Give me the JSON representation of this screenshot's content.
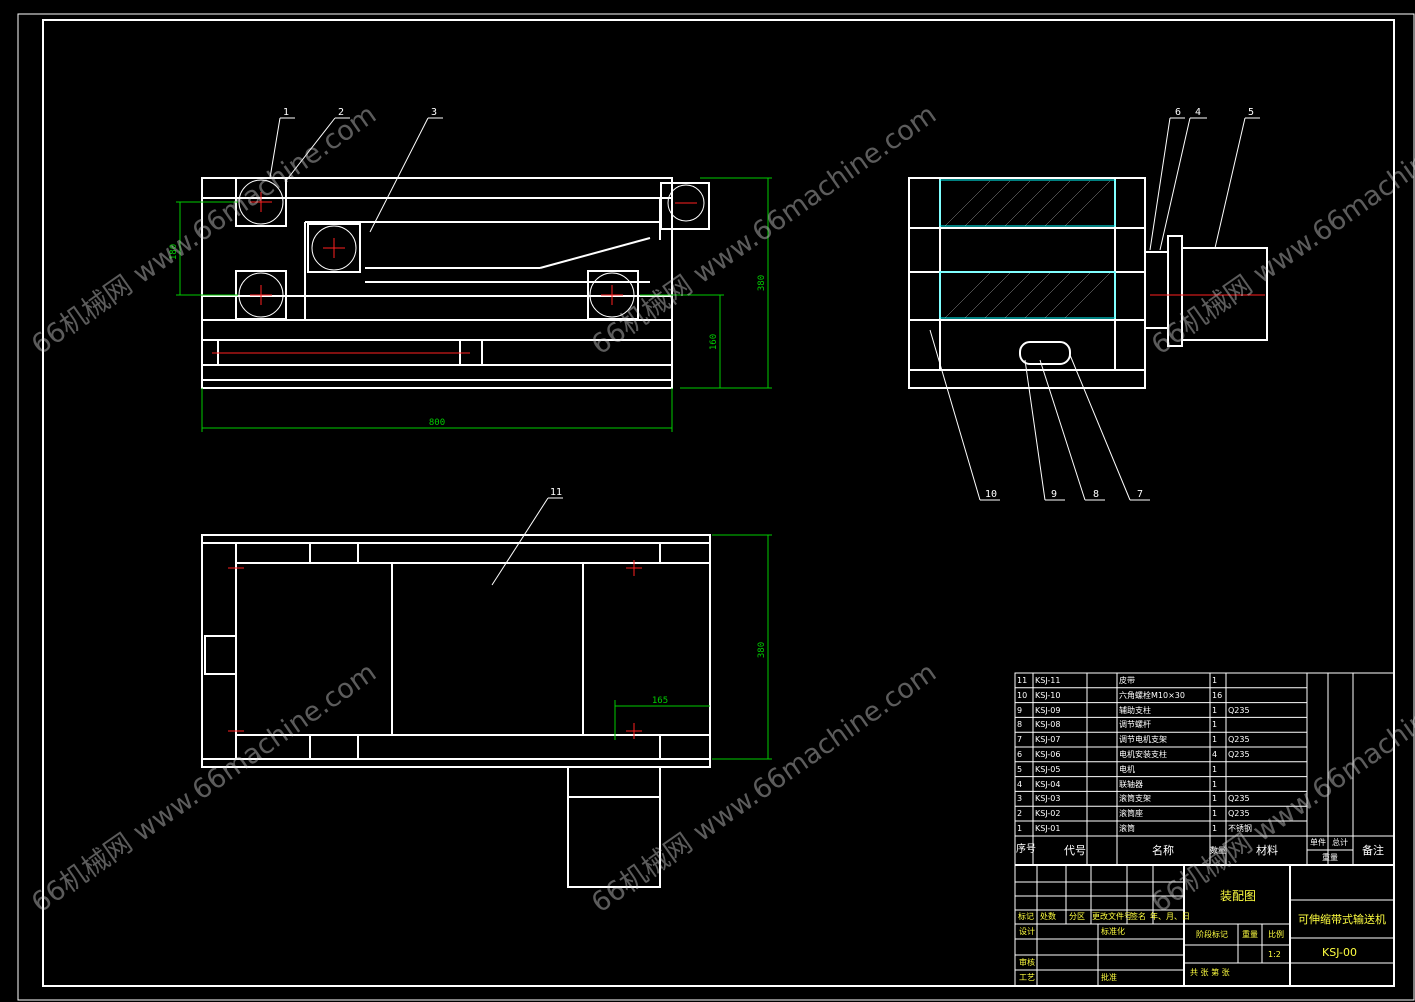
{
  "drawing": {
    "leaders": [
      "1",
      "2",
      "3",
      "6",
      "4",
      "5",
      "10",
      "9",
      "8",
      "7",
      "11"
    ],
    "dimensions": {
      "front_height_small": "180",
      "front_height_total": "380",
      "front_height_lower": "160",
      "front_width": "800",
      "plan_depth": "380",
      "plan_offset": "165"
    },
    "colors": {
      "background": "#000000",
      "lines": "#ffffff",
      "dimensions": "#00cc00",
      "center_lines": "#ff2020",
      "hatch": "#00ffff"
    }
  },
  "bom": {
    "rows": [
      {
        "no": "11",
        "code": "KSJ-11",
        "name": "皮带",
        "qty": "1",
        "material": ""
      },
      {
        "no": "10",
        "code": "KSJ-10",
        "name": "六角螺栓M10×30",
        "qty": "16",
        "material": ""
      },
      {
        "no": "9",
        "code": "KSJ-09",
        "name": "辅助支柱",
        "qty": "1",
        "material": "Q235"
      },
      {
        "no": "8",
        "code": "KSJ-08",
        "name": "调节螺杆",
        "qty": "1",
        "material": ""
      },
      {
        "no": "7",
        "code": "KSJ-07",
        "name": "调节电机支架",
        "qty": "1",
        "material": "Q235"
      },
      {
        "no": "6",
        "code": "KSJ-06",
        "name": "电机安装支柱",
        "qty": "4",
        "material": "Q235"
      },
      {
        "no": "5",
        "code": "KSJ-05",
        "name": "电机",
        "qty": "1",
        "material": ""
      },
      {
        "no": "4",
        "code": "KSJ-04",
        "name": "联轴器",
        "qty": "1",
        "material": ""
      },
      {
        "no": "3",
        "code": "KSJ-03",
        "name": "滚筒支架",
        "qty": "1",
        "material": "Q235"
      },
      {
        "no": "2",
        "code": "KSJ-02",
        "name": "滚筒座",
        "qty": "1",
        "material": "Q235"
      },
      {
        "no": "1",
        "code": "KSJ-01",
        "name": "滚筒",
        "qty": "1",
        "material": "不锈钢"
      }
    ],
    "header": {
      "no": "序号",
      "code": "代号",
      "name": "名称",
      "qty": "数量",
      "material": "材料",
      "single": "单件",
      "total": "总计",
      "weight": "重量",
      "remark": "备注"
    }
  },
  "title_block": {
    "drawing_type": "装配图",
    "product_name": "可伸缩带式输送机",
    "drawing_no": "KSJ-00",
    "stage_mark": "阶段标记",
    "weight": "重量",
    "scale_label": "比例",
    "scale": "1:2",
    "sheets": "共    张  第    张",
    "rev_labels": [
      "标记",
      "处数",
      "分区",
      "更改文件号",
      "签名",
      "年、月、日"
    ],
    "sign_labels": {
      "design": "设计",
      "standard": "标准化",
      "review": "审核",
      "process": "工艺",
      "approve": "批准"
    }
  },
  "watermark": "66机械网 www.66machine.com"
}
